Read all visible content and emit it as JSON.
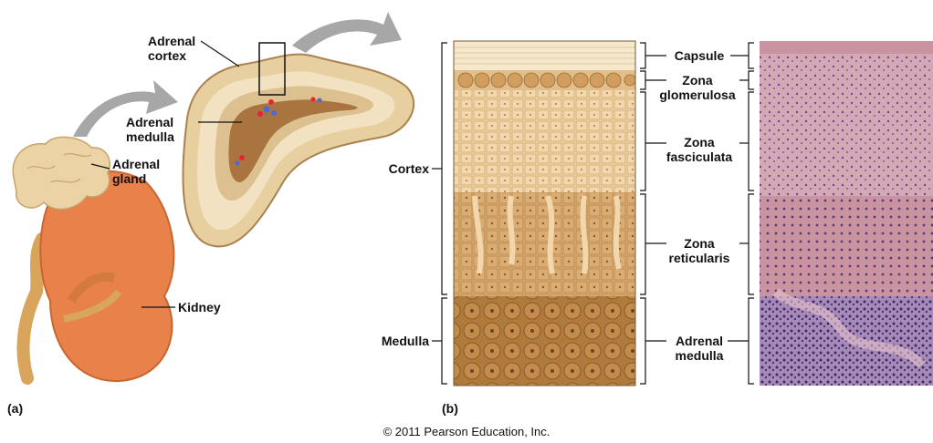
{
  "panel_a": {
    "tag": "(a)",
    "labels": {
      "adrenal_cortex": [
        "Adrenal",
        "cortex"
      ],
      "adrenal_medulla": [
        "Adrenal",
        "medulla"
      ],
      "adrenal_gland": [
        "Adrenal",
        "gland"
      ],
      "kidney": "Kidney"
    }
  },
  "panel_b": {
    "tag": "(b)",
    "left_labels": {
      "cortex": "Cortex",
      "medulla": "Medulla"
    },
    "right_labels": {
      "capsule": "Capsule",
      "zona_glomerulosa": [
        "Zona",
        "glomerulosa"
      ],
      "zona_fasciculata": [
        "Zona",
        "fasciculata"
      ],
      "zona_reticularis": [
        "Zona",
        "reticularis"
      ],
      "adrenal_medulla": [
        "Adrenal",
        "medulla"
      ]
    }
  },
  "copyright": "© 2011 Pearson Education, Inc.",
  "colors": {
    "kidney": "#e8824a",
    "gland": "#ecd3a6",
    "cortex_band": "#f3e2c2",
    "medulla_core": "#a9743f",
    "arrow": "#a7a7a7",
    "fasciculata": "#f2d7ac",
    "reticularis": "#d9ad74",
    "medulla_tissue": "#b07a3d",
    "micrograph": "#c79aa8"
  }
}
